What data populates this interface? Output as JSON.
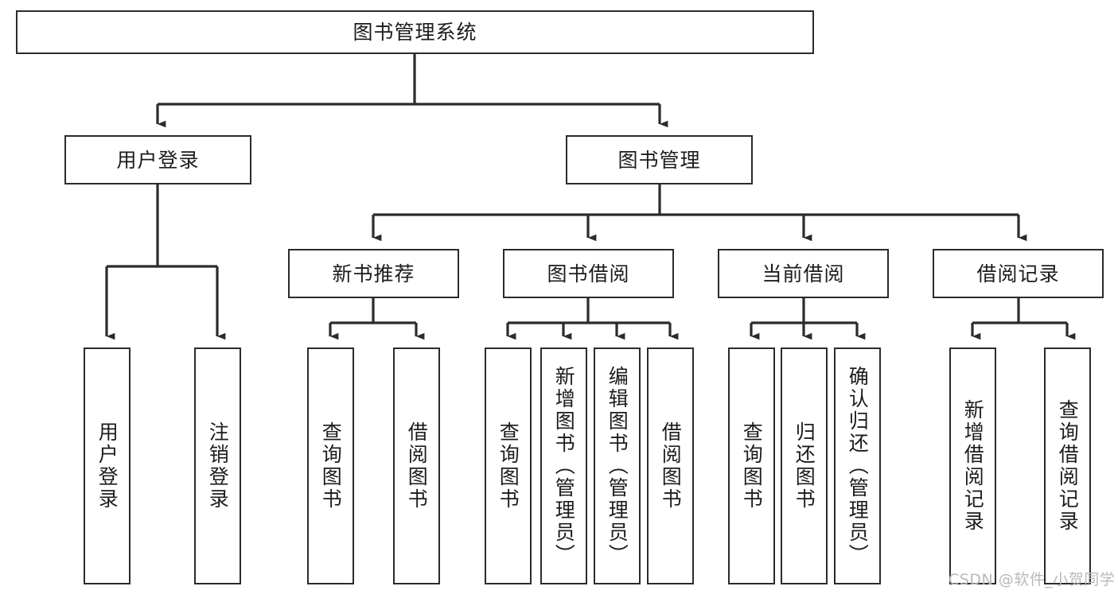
{
  "diagram": {
    "title": "图书管理系统",
    "type": "tree-hierarchy-diagram",
    "colors": {
      "box_border": "#2b2b2b",
      "box_fill": "#ffffff",
      "connector": "#2b2b2b",
      "background": "#ffffff",
      "watermark": "#b9b9b9"
    }
  },
  "root": {
    "label": "图书管理系统"
  },
  "level2": [
    {
      "label": "用户登录"
    },
    {
      "label": "图书管理"
    }
  ],
  "level3": [
    {
      "label": "新书推荐"
    },
    {
      "label": "图书借阅"
    },
    {
      "label": "当前借阅"
    },
    {
      "label": "借阅记录"
    }
  ],
  "leaves": {
    "user_login": [
      {
        "label": "用户登录"
      },
      {
        "label": "注销登录"
      }
    ],
    "new_book_recommend": [
      {
        "label": "查询图书"
      },
      {
        "label": "借阅图书"
      }
    ],
    "book_borrow": [
      {
        "label": "查询图书"
      },
      {
        "label": "新增图书（管理员）"
      },
      {
        "label": "编辑图书（管理员）"
      },
      {
        "label": "借阅图书"
      }
    ],
    "current_borrow": [
      {
        "label": "查询图书"
      },
      {
        "label": "归还图书"
      },
      {
        "label": "确认归还（管理员）"
      }
    ],
    "borrow_record": [
      {
        "label": "新增借阅记录"
      },
      {
        "label": "查询借阅记录"
      }
    ]
  },
  "watermark": {
    "text": "CSDN @软件_小贺同学"
  }
}
